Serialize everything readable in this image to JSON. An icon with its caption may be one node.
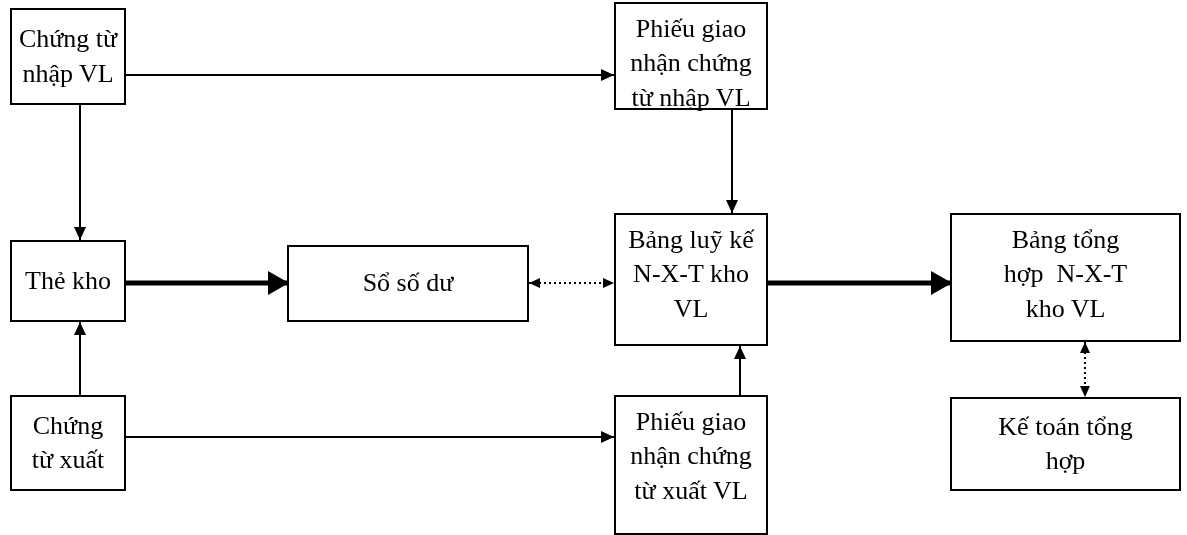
{
  "diagram": {
    "nodes": [
      {
        "text": [
          "Chứng từ nhập VL"
        ]
      },
      {
        "text": [
          "Phiếu giao nhận chứng từ nhập VL"
        ]
      },
      {
        "text": [
          "Thẻ kho"
        ]
      },
      {
        "text": [
          "Sổ số dư"
        ]
      },
      {
        "text": [
          "Bảng luỹ kế N-X-T kho VL"
        ]
      },
      {
        "text": [
          "Bảng tổng hợp  N-X-T kho VL"
        ]
      },
      {
        "text": [
          "Chứng từ xuất"
        ]
      },
      {
        "text": [
          "Phiếu giao nhận chứng từ xuất VL"
        ]
      },
      {
        "text": [
          "Kế toán tổng hợp"
        ]
      }
    ],
    "edges": [
      {
        "from": 0,
        "to": 1,
        "arrow": "to"
      },
      {
        "from": 0,
        "to": 2,
        "arrow": "to"
      },
      {
        "from": 1,
        "to": 4,
        "arrow": "to"
      },
      {
        "from": 2,
        "to": 3,
        "arrow": "to",
        "style": "thick"
      },
      {
        "from": 3,
        "to": 4,
        "arrow": "both",
        "style": "dashed"
      },
      {
        "from": 4,
        "to": 5,
        "arrow": "to",
        "style": "thick"
      },
      {
        "from": 6,
        "to": 2,
        "arrow": "to"
      },
      {
        "from": 6,
        "to": 7,
        "arrow": "to"
      },
      {
        "from": 7,
        "to": 4,
        "arrow": "to"
      },
      {
        "from": 5,
        "to": 8,
        "arrow": "both",
        "style": "dashed"
      }
    ]
  }
}
